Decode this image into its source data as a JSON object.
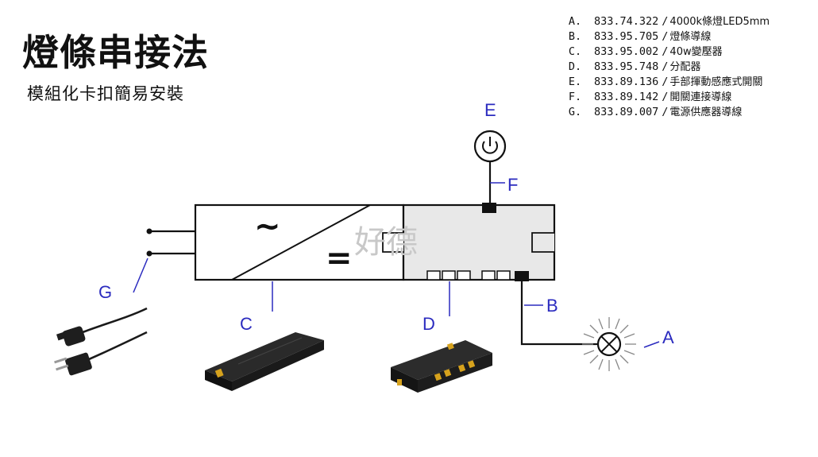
{
  "title": "燈條串接法",
  "subtitle": "模組化卡扣簡易安裝",
  "watermark": "好德",
  "legend": [
    {
      "letter": "A.",
      "code": "833.74.322",
      "desc": "4000k條燈LED5mm"
    },
    {
      "letter": "B.",
      "code": "833.95.705",
      "desc": "燈條導線"
    },
    {
      "letter": "C.",
      "code": "833.95.002",
      "desc": "40w變壓器"
    },
    {
      "letter": "D.",
      "code": "833.95.748",
      "desc": "分配器"
    },
    {
      "letter": "E.",
      "code": "833.89.136",
      "desc": "手部揮動感應式開關"
    },
    {
      "letter": "F.",
      "code": "833.89.142",
      "desc": "開關連接導線"
    },
    {
      "letter": "G.",
      "code": "833.89.007",
      "desc": "電源供應器導線"
    }
  ],
  "diagram": {
    "label_a": "A",
    "label_b": "B",
    "label_c": "C",
    "label_d": "D",
    "label_e": "E",
    "label_f": "F",
    "label_g": "G",
    "ac_symbol": "~",
    "dc_symbol": "=",
    "label_color": "#2b2bbf",
    "distributor_fill": "#e8e8e8"
  }
}
